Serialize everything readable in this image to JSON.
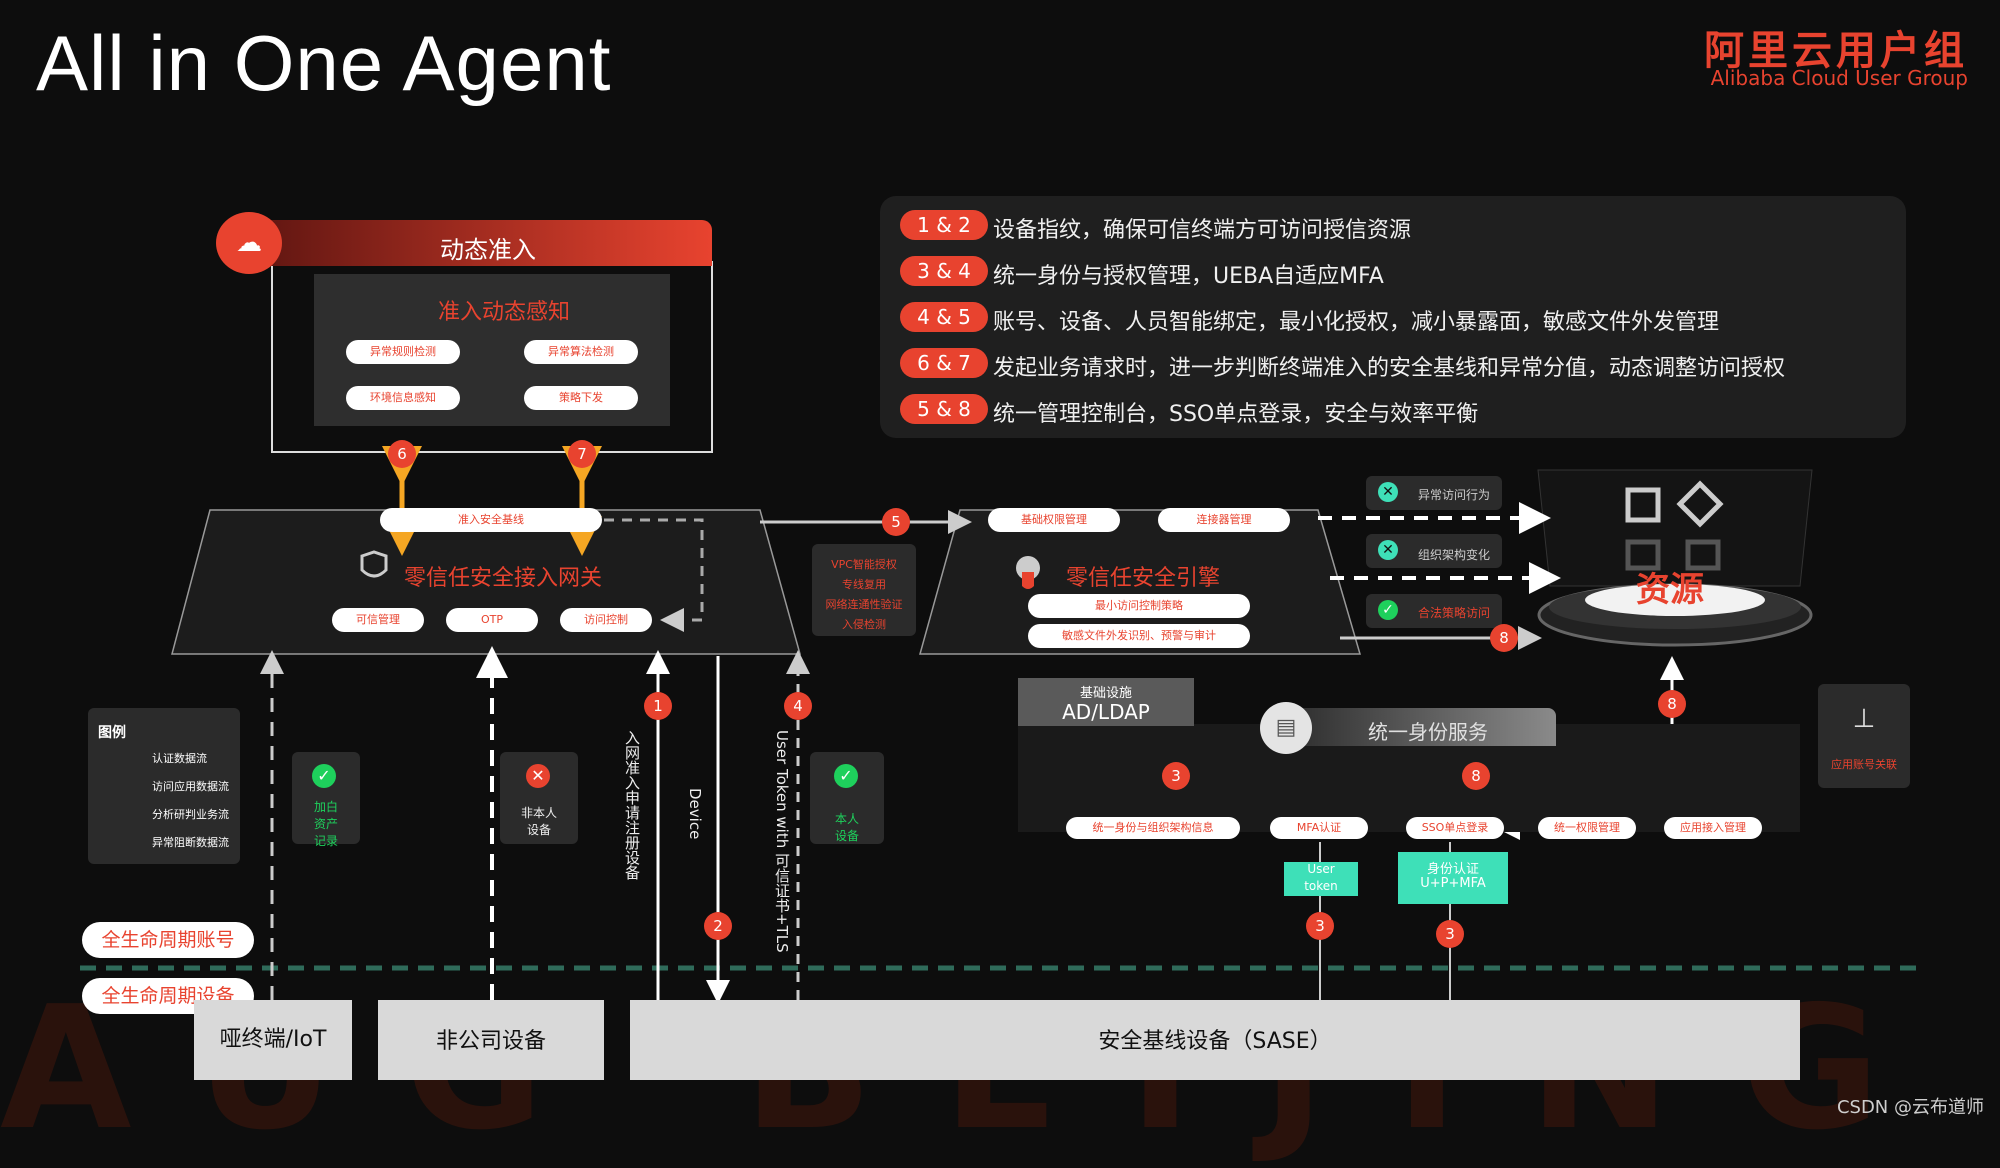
{
  "title": "All in One Agent",
  "brand": {
    "cn": "阿里云用户组",
    "en": "Alibaba Cloud User Group"
  },
  "watermark": "AUG BEIJING",
  "footer": "CSDN @云布道师",
  "keypoints": [
    {
      "badge": "1 & 2",
      "text": "设备指纹，确保可信终端方可访问授信资源"
    },
    {
      "badge": "3 & 4",
      "text": "统一身份与授权管理，UEBA自适应MFA"
    },
    {
      "badge": "4 & 5",
      "text": "账号、设备、人员智能绑定，最小化授权，减小暴露面，敏感文件外发管理"
    },
    {
      "badge": "6 & 7",
      "text": "发起业务请求时，进一步判断终端准入的安全基线和异常分值，动态调整访问授权"
    },
    {
      "badge": "5 & 8",
      "text": "统一管理控制台，SSO单点登录，安全与效率平衡"
    }
  ],
  "dynamic": {
    "header": "动态准入",
    "inner_title": "准入动态感知",
    "pills": [
      "异常规则检测",
      "异常算法检测",
      "环境信息感知",
      "策略下发"
    ]
  },
  "gateway": {
    "title": "零信任安全接入网关",
    "top_pill": "准入安全基线",
    "pills": [
      "可信管理",
      "OTP",
      "访问控制"
    ]
  },
  "vpc": [
    "VPC智能授权",
    "专线复用",
    "网络连通性验证",
    "入侵检测"
  ],
  "engine": {
    "title": "零信任安全引擎",
    "top_pills": [
      "基础权限管理",
      "连接器管理"
    ],
    "pills": [
      "最小访问控制策略",
      "敏感文件外发识别、预警与审计"
    ]
  },
  "resource": {
    "label": "资源",
    "events": [
      {
        "icon": "x",
        "text": "异常访问行为"
      },
      {
        "icon": "x",
        "text": "组织架构变化"
      },
      {
        "icon": "ok",
        "text": "合法策略访问"
      }
    ]
  },
  "legend": {
    "title": "图例",
    "items": [
      "认证数据流",
      "访问应用数据流",
      "分析研判业务流",
      "异常阻断数据流"
    ]
  },
  "devices": {
    "whitelist": "加白\n资产\n记录",
    "nonowner": "非本人\n设备",
    "owner": "本人\n设备"
  },
  "flows": {
    "v1": "入网准入申请注册设备",
    "v2": "Device",
    "v4": "User Token with 可信证书+TLS"
  },
  "identity": {
    "ad": [
      "基础设施",
      "AD/LDAP"
    ],
    "service": "统一身份服务",
    "pills": [
      "统一身份与组织架构信息",
      "MFA认证",
      "SSO单点登录",
      "统一权限管理",
      "应用接入管理"
    ],
    "token": [
      "User",
      "token"
    ],
    "auth": [
      "身份认证",
      "U+P+MFA"
    ],
    "app_assoc": "应用账号关联"
  },
  "lifecycle": [
    "全生命周期账号",
    "全生命周期设备"
  ],
  "bottom": [
    "哑终端/IoT",
    "非公司设备",
    "安全基线设备（SASE）"
  ],
  "numbers": [
    "1",
    "2",
    "3",
    "4",
    "5",
    "6",
    "7",
    "8"
  ],
  "colors": {
    "accent": "#e8432f",
    "flow": "#f5a623",
    "panel": "#1f1f1f",
    "teal": "#3ee0b8"
  }
}
